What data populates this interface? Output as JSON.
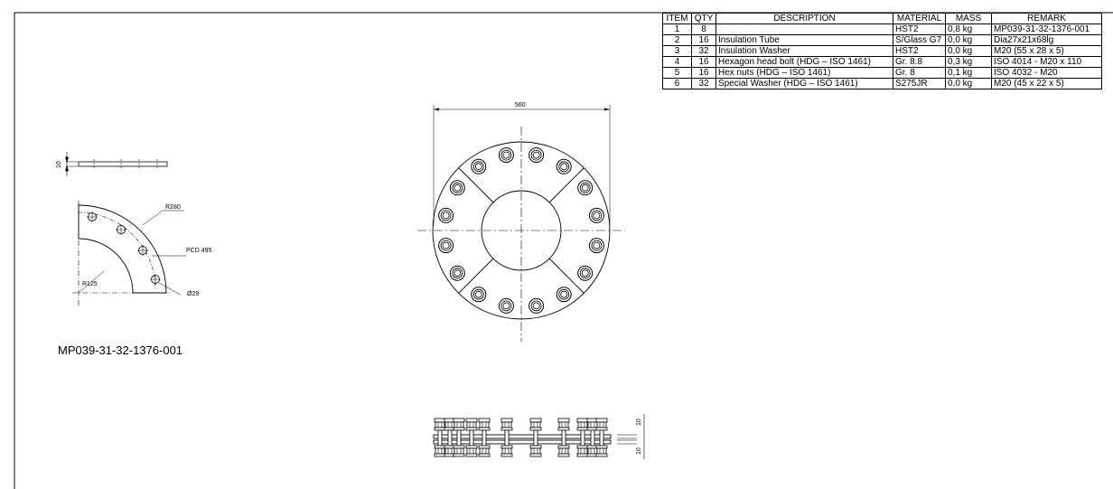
{
  "bom": {
    "headers": [
      "ITEM",
      "QTY",
      "DESCRIPTION",
      "MATERIAL",
      "MASS",
      "REMARK"
    ],
    "rows": [
      [
        "1",
        "8",
        "",
        "HST2",
        "0,8 kg",
        "MP039-31-32-1376-001"
      ],
      [
        "2",
        "16",
        "Insulation Tube",
        "S/Glass G7",
        "0,0 kg",
        "Dia27x21x68lg"
      ],
      [
        "3",
        "32",
        "Insulation Washer",
        "HST2",
        "0,0 kg",
        "M20 (55 x 28 x 5)"
      ],
      [
        "4",
        "16",
        "Hexagon head bolt (HDG – ISO 1461)",
        "Gr. 8.8",
        "0,3 kg",
        "ISO 4014 - M20 x 110"
      ],
      [
        "5",
        "16",
        "Hex nuts (HDG – ISO 1461)",
        "Gr. 8",
        "0,1 kg",
        "ISO 4032 - M20"
      ],
      [
        "6",
        "32",
        "Special Washer (HDG – ISO 1461)",
        "S275JR",
        "0,0 kg",
        "M20 (45 x 22 x 5)"
      ]
    ]
  },
  "part_view": {
    "thickness_label": "10",
    "radius_outer_label": "R280",
    "pcd_label": "PCD 495",
    "radius_inner_label": "R125",
    "hole_label": "Ø29",
    "part_number": "MP039-31-32-1376-001"
  },
  "assembly_view": {
    "diameter_label": "560",
    "bolt_count": 16
  },
  "side_view": {
    "thickness_top": "10",
    "thickness_bottom": "10"
  }
}
